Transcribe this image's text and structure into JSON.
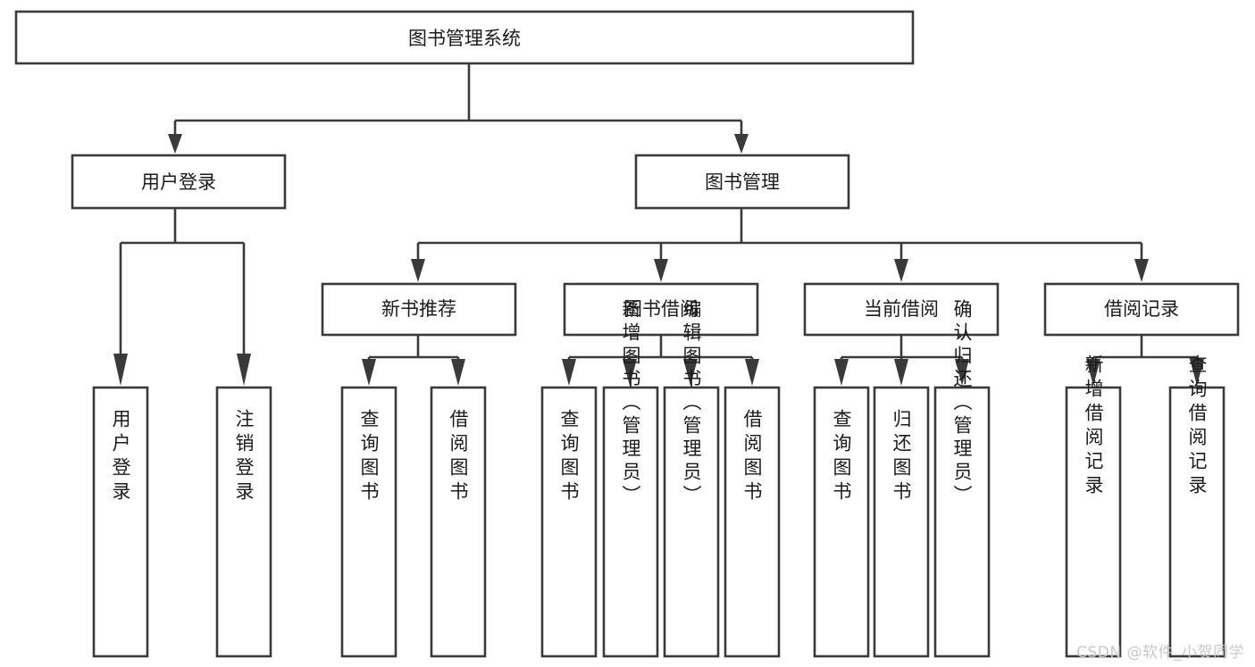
{
  "diagram": {
    "kind": "tree-hierarchy-chart",
    "title": "图书管理系统",
    "background_color": "#ffffff",
    "box_stroke_color": "#3a3a3a",
    "box_fill_color": "#ffffff",
    "text_color": "#1b1b1b",
    "root": {
      "label": "图书管理系统"
    },
    "level2": [
      {
        "label": "用户登录"
      },
      {
        "label": "图书管理"
      }
    ],
    "level3": [
      {
        "label": "新书推荐"
      },
      {
        "label": "图书借阅"
      },
      {
        "label": "当前借阅"
      },
      {
        "label": "借阅记录"
      }
    ],
    "leaves": {
      "user_login": [
        {
          "label": "用户登录"
        },
        {
          "label": "注销登录"
        }
      ],
      "new_book_recommend": [
        {
          "label": "查询图书"
        },
        {
          "label": "借阅图书"
        }
      ],
      "book_borrow": [
        {
          "label": "查询图书"
        },
        {
          "label": "新增图书（管理员）"
        },
        {
          "label": "编辑图书（管理员）"
        },
        {
          "label": "借阅图书"
        }
      ],
      "current_borrow": [
        {
          "label": "查询图书"
        },
        {
          "label": "归还图书"
        },
        {
          "label": "确认归还（管理员）"
        }
      ],
      "borrow_record": [
        {
          "label": "新增借阅记录"
        },
        {
          "label": "查询借阅记录"
        }
      ]
    }
  },
  "watermark": {
    "text": "CSDN @软件_小贺同学",
    "color": "#c9c9c9"
  }
}
